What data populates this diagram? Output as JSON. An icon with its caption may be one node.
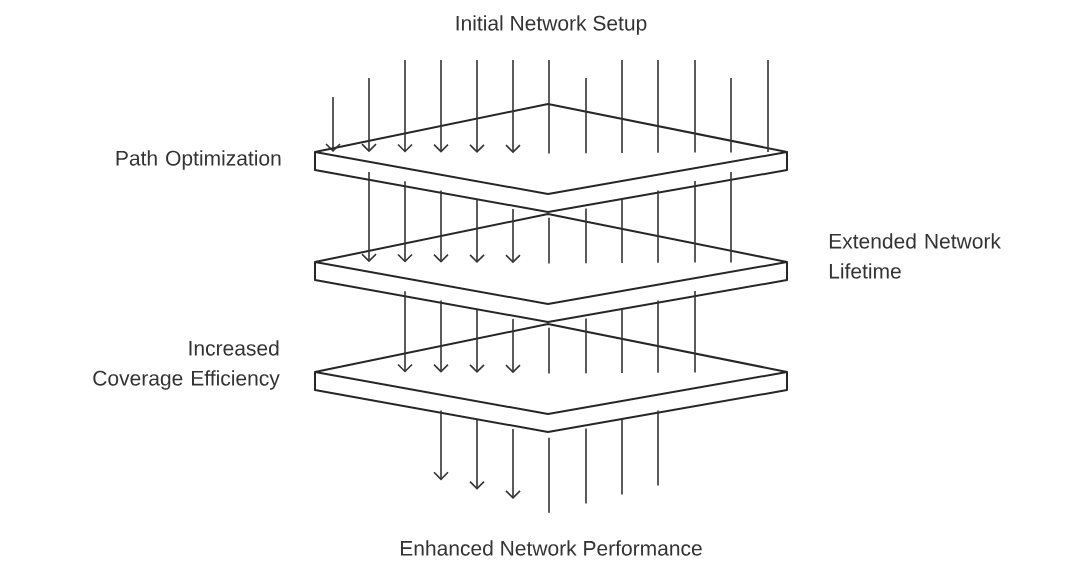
{
  "diagram": {
    "nodes": [
      {
        "text": [],
        "shape": "box",
        "beside": [
          "Path Optimization"
        ]
      },
      {
        "text": [],
        "shape": "box",
        "beside": [
          "Extended Network Lifetime"
        ]
      },
      {
        "text": [],
        "shape": "box",
        "beside": [
          "Increased Coverage Efficiency"
        ]
      }
    ],
    "edges": [
      {
        "from": null,
        "to": 0,
        "arrow": "to"
      },
      {
        "from": null,
        "to": 0,
        "arrow": "to"
      },
      {
        "from": null,
        "to": 0,
        "arrow": "to"
      },
      {
        "from": null,
        "to": 0,
        "arrow": "to"
      },
      {
        "from": null,
        "to": 0,
        "arrow": "to"
      },
      {
        "from": null,
        "to": 0,
        "arrow": "to"
      },
      {
        "from": null,
        "to": 0,
        "arrow": "none"
      },
      {
        "from": null,
        "to": 0,
        "arrow": "none"
      },
      {
        "from": null,
        "to": 0,
        "arrow": "none"
      },
      {
        "from": null,
        "to": 0,
        "arrow": "none"
      },
      {
        "from": null,
        "to": 0,
        "arrow": "none"
      },
      {
        "from": null,
        "to": 0,
        "arrow": "none"
      },
      {
        "from": null,
        "to": 0,
        "arrow": "none"
      },
      {
        "from": 0,
        "to": 1,
        "arrow": "to"
      },
      {
        "from": 0,
        "to": 1,
        "arrow": "to"
      },
      {
        "from": 0,
        "to": 1,
        "arrow": "to"
      },
      {
        "from": 0,
        "to": 1,
        "arrow": "to"
      },
      {
        "from": 0,
        "to": 1,
        "arrow": "to"
      },
      {
        "from": 0,
        "to": 1,
        "arrow": "none"
      },
      {
        "from": 0,
        "to": 1,
        "arrow": "none"
      },
      {
        "from": 0,
        "to": 1,
        "arrow": "none"
      },
      {
        "from": 0,
        "to": 1,
        "arrow": "none"
      },
      {
        "from": 0,
        "to": 1,
        "arrow": "none"
      },
      {
        "from": 0,
        "to": 1,
        "arrow": "none"
      },
      {
        "from": 1,
        "to": 2,
        "arrow": "to"
      },
      {
        "from": 1,
        "to": 2,
        "arrow": "to"
      },
      {
        "from": 1,
        "to": 2,
        "arrow": "to"
      },
      {
        "from": 1,
        "to": 2,
        "arrow": "to"
      },
      {
        "from": 1,
        "to": 2,
        "arrow": "none"
      },
      {
        "from": 1,
        "to": 2,
        "arrow": "none"
      },
      {
        "from": 1,
        "to": 2,
        "arrow": "none"
      },
      {
        "from": 1,
        "to": 2,
        "arrow": "none"
      },
      {
        "from": 1,
        "to": 2,
        "arrow": "none"
      },
      {
        "from": 2,
        "to": null,
        "arrow": "to"
      },
      {
        "from": 2,
        "to": null,
        "arrow": "to"
      },
      {
        "from": 2,
        "to": null,
        "arrow": "to"
      },
      {
        "from": 2,
        "to": null,
        "arrow": "none"
      },
      {
        "from": 2,
        "to": null,
        "arrow": "none"
      },
      {
        "from": 2,
        "to": null,
        "arrow": "none"
      },
      {
        "from": 2,
        "to": null,
        "arrow": "none"
      }
    ],
    "labels": [
      "Initial Network Setup",
      "Enhanced Network Performance"
    ]
  }
}
